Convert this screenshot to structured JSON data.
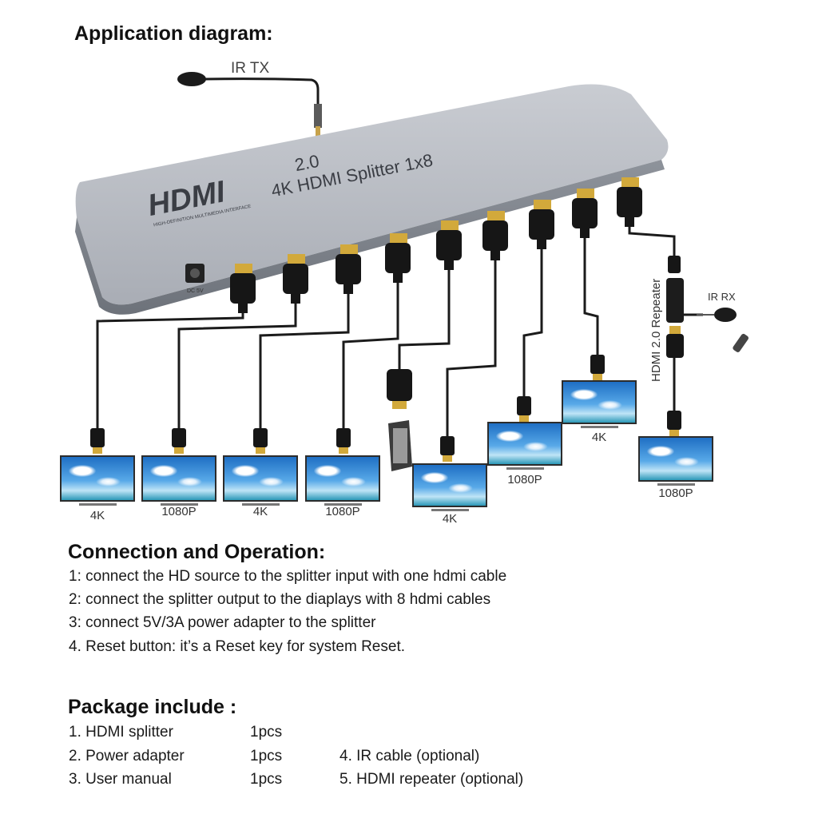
{
  "title": "Application diagram:",
  "ir_tx_label": "IR TX",
  "device": {
    "logo": "HDMI",
    "logo_subtitle": "HIGH-DEFINITION MULTIMEDIA INTERFACE",
    "version": "2.0",
    "name": "4K HDMI Splitter 1x8",
    "power_label": "DC 5V"
  },
  "repeater_label": "HDMI 2.0 Repeater",
  "ir_rx_label": "IR RX",
  "displays": [
    {
      "label": "4K"
    },
    {
      "label": "1080P"
    },
    {
      "label": "4K"
    },
    {
      "label": "1080P"
    },
    {
      "label": "4K"
    },
    {
      "label": "1080P"
    },
    {
      "label": "4K"
    },
    {
      "label": "1080P"
    }
  ],
  "connection": {
    "heading": "Connection and Operation:",
    "steps": [
      "1: connect the HD source to the splitter input with one hdmi cable",
      "2: connect the splitter output to the diaplays with 8 hdmi cables",
      "3: connect 5V/3A power adapter to the splitter",
      "4. Reset button: it’s a Reset key for system Reset."
    ]
  },
  "package": {
    "heading": "Package include :",
    "items": [
      {
        "name": "1. HDMI splitter",
        "qty": "1pcs"
      },
      {
        "name": "2. Power adapter",
        "qty": "1pcs"
      },
      {
        "name": "3. User manual",
        "qty": "1pcs"
      }
    ],
    "optional": [
      "4. IR cable (optional)",
      "5. HDMI repeater (optional)"
    ]
  }
}
